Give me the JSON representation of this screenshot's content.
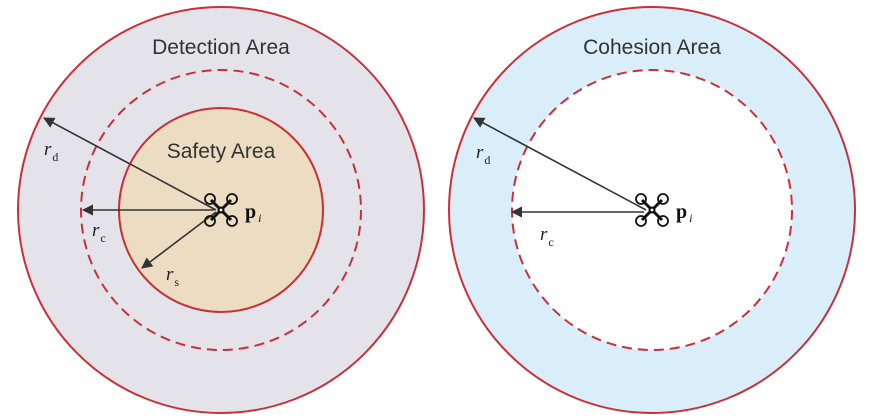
{
  "colors": {
    "ring_stroke": "#c8303a",
    "detection_fill": "#e4e3ea",
    "safety_fill": "#ecdcc2",
    "cohesion_fill": "#d9eef8",
    "arrow": "#333333"
  },
  "left_panel": {
    "outer_title": "Detection Area",
    "inner_title": "Safety Area",
    "labels": {
      "rd": {
        "sym": "r",
        "sub": "d"
      },
      "rc": {
        "sym": "r",
        "sub": "c"
      },
      "rs": {
        "sym": "r",
        "sub": "s"
      },
      "p": {
        "sym": "p",
        "sub": "i"
      }
    }
  },
  "right_panel": {
    "outer_title": "Cohesion Area",
    "labels": {
      "rd": {
        "sym": "r",
        "sub": "d"
      },
      "rc": {
        "sym": "r",
        "sub": "c"
      },
      "p": {
        "sym": "p",
        "sub": "i"
      }
    }
  },
  "icons": [
    "drone-icon",
    "arrow-icon"
  ]
}
